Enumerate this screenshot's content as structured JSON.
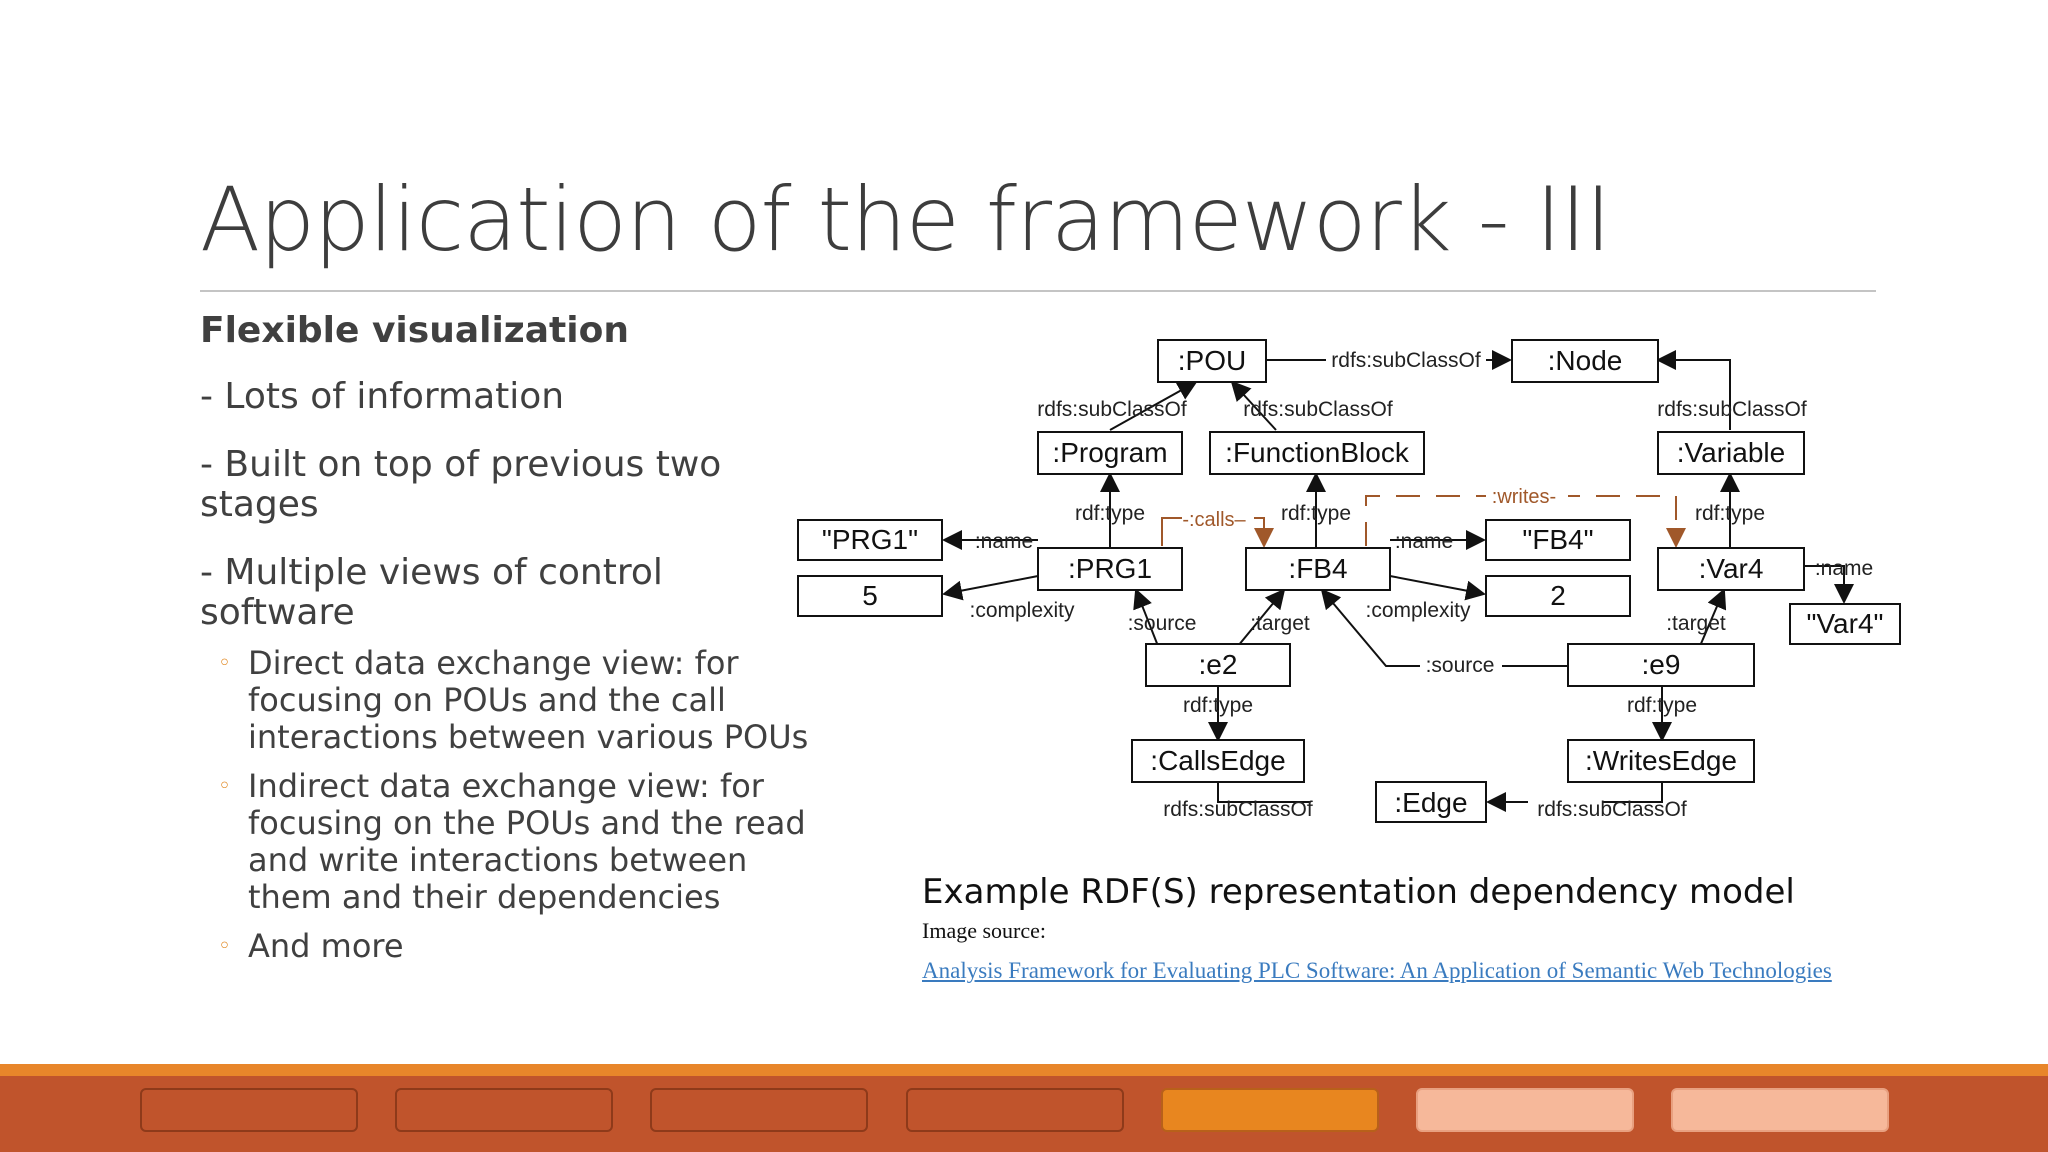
{
  "slide": {
    "title": "Application of the framework - III"
  },
  "content": {
    "heading": "Flexible visualization",
    "items": [
      "- Lots of information",
      "- Built on top of previous two stages",
      "- Multiple views of control software"
    ],
    "subitems": [
      "Direct data exchange view: for focusing on POUs and the call interactions between various POUs",
      "Indirect data exchange view: for focusing on the POUs and the read and write interactions between them and their dependencies",
      "And more"
    ]
  },
  "diagram": {
    "nodes": {
      "pou": ":POU",
      "node": ":Node",
      "program": ":Program",
      "functionblock": ":FunctionBlock",
      "variable": ":Variable",
      "prg1_str": "\"PRG1\"",
      "prg1": ":PRG1",
      "fb4": ":FB4",
      "fb4_str": "\"FB4\"",
      "var4": ":Var4",
      "five": "5",
      "two": "2",
      "var4_str": "\"Var4\"",
      "e2": ":e2",
      "e9": ":e9",
      "callsedge": ":CallsEdge",
      "writesedge": ":WritesEdge",
      "edge": ":Edge"
    },
    "labels": {
      "subclassof": "rdfs:subClassOf",
      "type": "rdf:type",
      "name": ":name",
      "complexity": ":complexity",
      "source": ":source",
      "target": ":target",
      "calls": "-:calls–",
      "writes": ":writes-"
    },
    "colors": {
      "dependency": "#a0582a"
    }
  },
  "caption": {
    "text": "Example RDF(S) representation dependency model",
    "source_label": "Image source:",
    "link_text": "Analysis Framework for Evaluating PLC Software: An Application of Semantic Web Technologies"
  },
  "footer": {
    "buttons": [
      {
        "state": "normal"
      },
      {
        "state": "normal"
      },
      {
        "state": "normal"
      },
      {
        "state": "normal"
      },
      {
        "state": "active"
      },
      {
        "state": "light"
      },
      {
        "state": "light"
      }
    ]
  }
}
